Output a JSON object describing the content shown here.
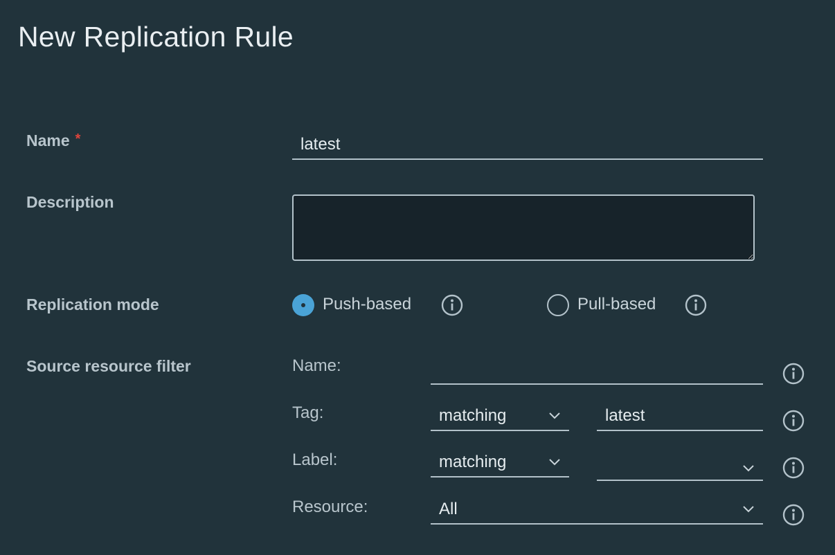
{
  "title": "New Replication Rule",
  "fields": {
    "name": {
      "label": "Name",
      "required_mark": "*",
      "value": "latest"
    },
    "description": {
      "label": "Description",
      "value": ""
    },
    "replication_mode": {
      "label": "Replication mode",
      "options": [
        {
          "label": "Push-based",
          "selected": true
        },
        {
          "label": "Pull-based",
          "selected": false
        }
      ]
    },
    "source_filter": {
      "label": "Source resource filter",
      "name_label": "Name:",
      "name_value": "",
      "tag_label": "Tag:",
      "tag_match": "matching",
      "tag_value": "latest",
      "label_label": "Label:",
      "label_match": "matching",
      "label_value": "",
      "resource_label": "Resource:",
      "resource_value": "All"
    }
  },
  "icons": {
    "info": "info-circle-icon",
    "chevron": "chevron-down-icon"
  },
  "colors": {
    "background": "#21333b",
    "accent": "#4aa3d6",
    "required": "#e0443c"
  }
}
